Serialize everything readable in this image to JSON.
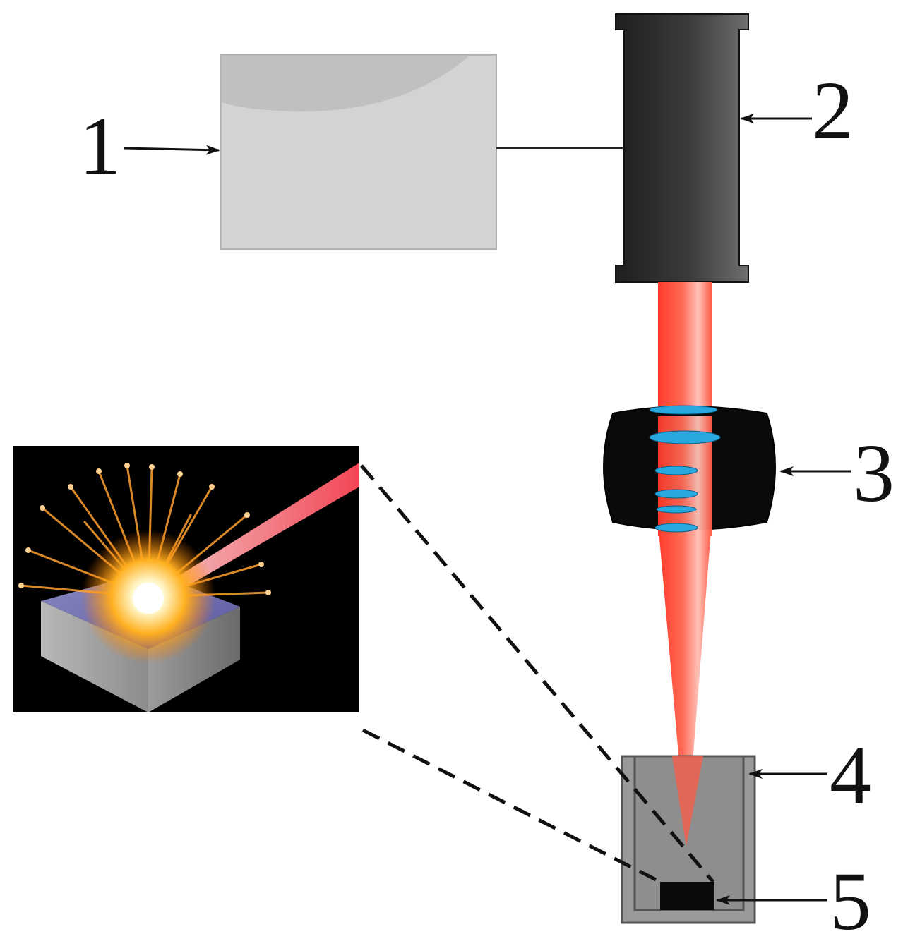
{
  "labels": {
    "l1": "1",
    "l2": "2",
    "l3": "3",
    "l4": "4",
    "l5": "5"
  },
  "colors": {
    "controller_box": "#d3d3d3",
    "laser_body": "#3a3a3a",
    "beam": "#ff5a45",
    "lens_element": "#29a8e0",
    "lens_housing": "#0a0a0a",
    "vessel": "#9a9a9a",
    "target": "#0b0b0b",
    "inset_background": "#000000"
  },
  "icons": {
    "inset": "laser-ablation-spark-icon"
  }
}
